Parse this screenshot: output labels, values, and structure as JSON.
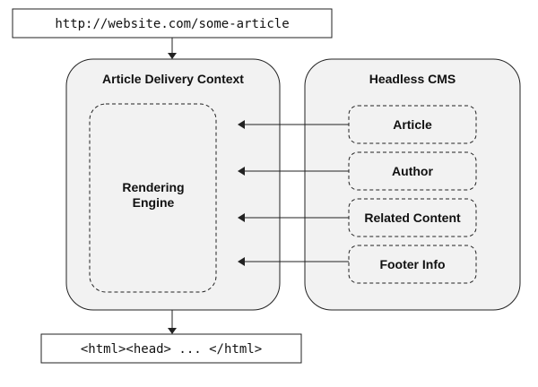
{
  "url": "http://website.com/some-article",
  "output": "<html><head> ... </html>",
  "delivery": {
    "title": "Article Delivery Context",
    "engine": [
      "Rendering",
      "Engine"
    ]
  },
  "cms": {
    "title": "Headless CMS",
    "items": [
      "Article",
      "Author",
      "Related Content",
      "Footer Info"
    ]
  }
}
